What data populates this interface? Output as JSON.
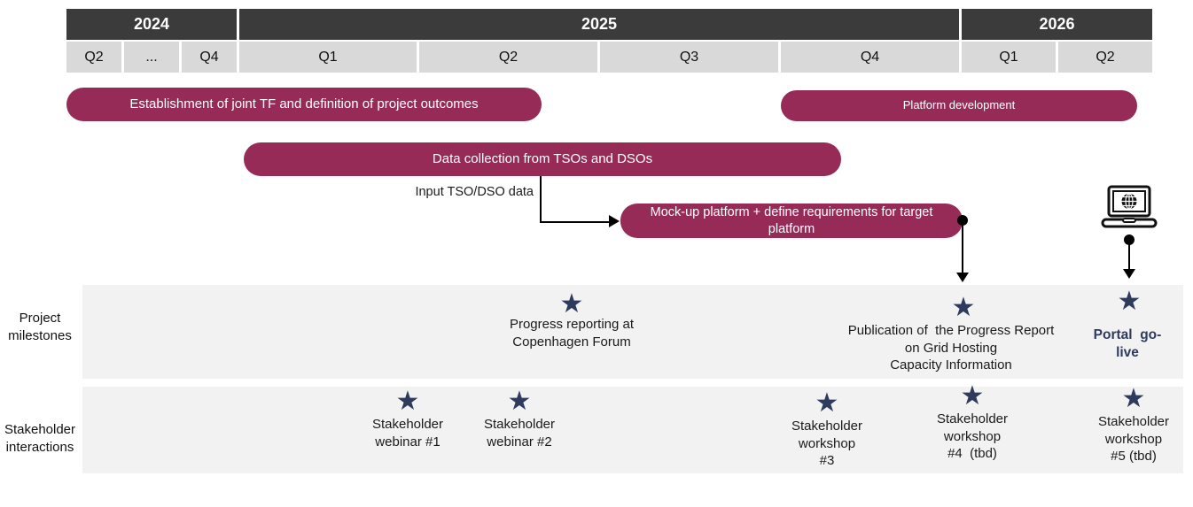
{
  "timeline": {
    "years": [
      {
        "label": "2024"
      },
      {
        "label": "2025"
      },
      {
        "label": "2026"
      }
    ],
    "quarters": [
      "Q2",
      "...",
      "Q4",
      "Q1",
      "Q2",
      "Q3",
      "Q4",
      "Q1",
      "Q2"
    ]
  },
  "bars": {
    "establishment": "Establishment of joint TF and definition of project outcomes",
    "platform_development": "Platform development",
    "data_collection": "Data collection from TSOs and DSOs",
    "mockup": "Mock-up platform + define requirements for target\nplatform"
  },
  "annotations": {
    "input_label": "Input TSO/DSO data"
  },
  "icons": {
    "star": "★",
    "laptop": "laptop-with-globe"
  },
  "rows": {
    "milestones": {
      "label": "Project\nmilestones",
      "items": [
        {
          "text": "Progress reporting at\nCopenhagen Forum"
        },
        {
          "text": "Publication of  the Progress Report\non Grid Hosting\nCapacity Information"
        },
        {
          "text": "Portal  go-\nlive"
        }
      ]
    },
    "interactions": {
      "label": "Stakeholder\ninteractions",
      "items": [
        {
          "text": "Stakeholder\nwebinar #1"
        },
        {
          "text": "Stakeholder\nwebinar #2"
        },
        {
          "text": "Stakeholder\nworkshop\n#3"
        },
        {
          "text": "Stakeholder\nworkshop\n#4  (tbd)"
        },
        {
          "text": "Stakeholder\nworkshop\n#5 (tbd)"
        }
      ]
    }
  },
  "colors": {
    "bar": "#972B58",
    "year_header": "#3B3B3B",
    "quarter_cell": "#D9D9D9",
    "row_bg": "#F2F2F2",
    "star": "#2F3B5C"
  }
}
